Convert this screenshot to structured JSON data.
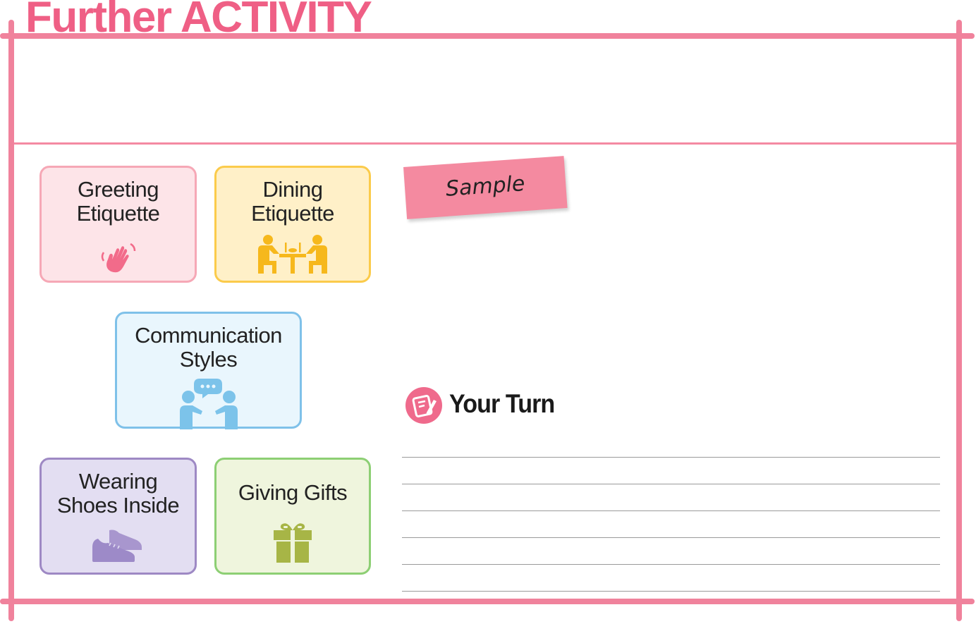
{
  "title": "Further ACTIVITY",
  "colors": {
    "frame": "#f0829c",
    "title": "#ef5f85",
    "greeting_bg": "#fde4e8",
    "greeting_border": "#f6a8b6",
    "dining_bg": "#fff0c8",
    "dining_border": "#fbcb4b",
    "communication_bg": "#e9f6fd",
    "communication_border": "#7fc1e9",
    "shoes_bg": "#e3def2",
    "shoes_border": "#9e89c4",
    "gifts_bg": "#eff5dd",
    "gifts_border": "#8dcf74"
  },
  "cards": {
    "greeting": {
      "label": "Greeting\nEtiquette",
      "icon": "waving-hand-icon"
    },
    "dining": {
      "label": "Dining\nEtiquette",
      "icon": "dining-table-icon"
    },
    "communication": {
      "label": "Communication\nStyles",
      "icon": "conversation-icon"
    },
    "shoes": {
      "label": "Wearing\nShoes Inside",
      "icon": "shoes-icon"
    },
    "gifts": {
      "label": "Giving Gifts",
      "icon": "gift-icon"
    }
  },
  "sample_label": "Sample",
  "your_turn": {
    "label": "Your Turn",
    "icon": "pencil-note-icon"
  }
}
